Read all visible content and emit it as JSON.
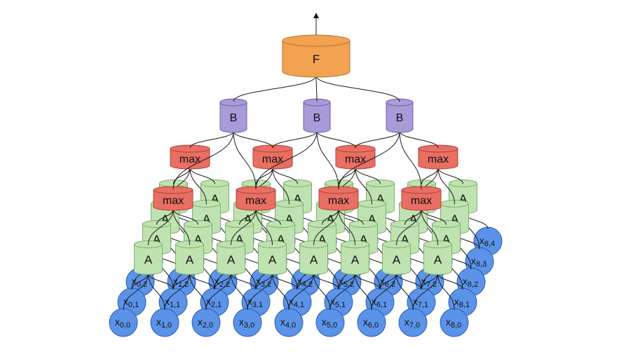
{
  "colors": {
    "input_fill": "#5b93e8",
    "input_stroke": "#2b5cb8",
    "a_fill": "#bfe3b0",
    "a_stroke": "#7fae6e",
    "max_fill": "#e96e63",
    "max_stroke": "#a8443b",
    "b_fill": "#a99ad8",
    "b_stroke": "#6e5fa8",
    "f_fill": "#f2a251",
    "f_stroke": "#b7722c",
    "wire": "#1a1a1a"
  },
  "labels": {
    "input_prefix": "x",
    "a": "A",
    "max": "max",
    "b": "B",
    "f": "F"
  },
  "grid": {
    "columns": 9,
    "rows": 5,
    "a_columns": 8,
    "a_rows": 4
  },
  "pool_blocks": [
    {
      "rows": [
        0,
        1
      ],
      "cols": [
        0,
        1
      ]
    },
    {
      "rows": [
        0,
        1
      ],
      "cols": [
        2,
        3
      ]
    },
    {
      "rows": [
        0,
        1
      ],
      "cols": [
        4,
        5
      ]
    },
    {
      "rows": [
        0,
        1
      ],
      "cols": [
        6,
        7
      ]
    },
    {
      "rows": [
        2,
        3
      ],
      "cols": [
        0,
        1
      ]
    },
    {
      "rows": [
        2,
        3
      ],
      "cols": [
        2,
        3
      ]
    },
    {
      "rows": [
        2,
        3
      ],
      "cols": [
        4,
        5
      ]
    },
    {
      "rows": [
        2,
        3
      ],
      "cols": [
        6,
        7
      ]
    }
  ],
  "b_nodes": [
    {
      "label": "B",
      "inputs": [
        0,
        1,
        4,
        5
      ]
    },
    {
      "label": "B",
      "inputs": [
        1,
        2,
        5,
        6
      ]
    },
    {
      "label": "B",
      "inputs": [
        2,
        3,
        6,
        7
      ]
    }
  ],
  "f_node": {
    "label": "F",
    "inputs": [
      0,
      1,
      2
    ]
  }
}
